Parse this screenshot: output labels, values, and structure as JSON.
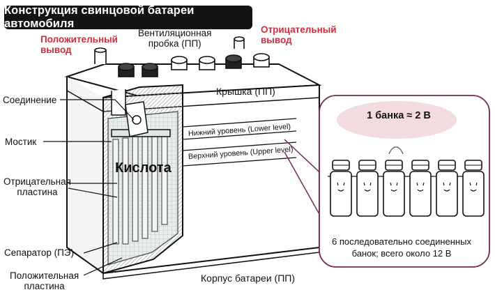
{
  "title": "Конструкция свинцовой батареи автомобиля",
  "labels": {
    "positive_terminal": [
      "Положительный",
      "вывод"
    ],
    "vent_plug": [
      "Вентиляционная",
      "пробка (ПП)"
    ],
    "negative_terminal": [
      "Отрицательный",
      "вывод"
    ],
    "connection": "Соединение",
    "bridge": "Мостик",
    "negative_plate": [
      "Отрицательная",
      "пластина"
    ],
    "separator": "Сепаратор (ПЭ)",
    "positive_plate": [
      "Положительная",
      "пластина"
    ],
    "lid": "Крышка (ПП)",
    "case": "Корпус батареи (ПП)",
    "acid": "Кислота",
    "lower_level": "Нижний уровень (Lower level)",
    "upper_level": "Верхний уровень (Upper level)"
  },
  "inset": {
    "bubble": "1 банка ≈ 2 В",
    "caption": [
      "6 последовательно соединенных",
      "банок; всего около 12 В"
    ],
    "cell_count": 6
  },
  "colors": {
    "title_bg": "#141414",
    "terminal_label": "#d42a3c",
    "bubble_fill": "#f2dce0",
    "inset_border": "#7a2a44"
  }
}
